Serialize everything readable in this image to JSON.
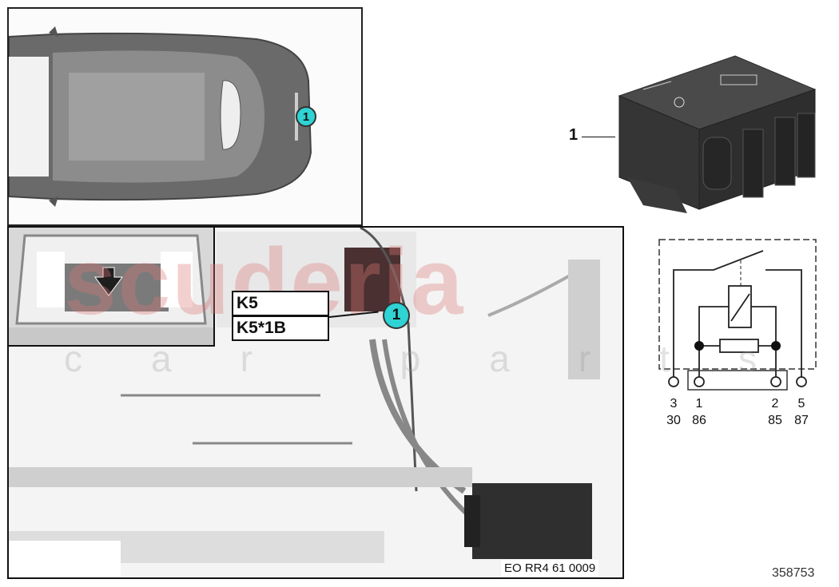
{
  "diagram": {
    "part_callout": "1",
    "part_label": "1",
    "car_view": {
      "callout": "1"
    },
    "location_view": {
      "callout": "1",
      "labels": [
        "K5",
        "K5*1B"
      ],
      "reference": "EO RR4 61 0009"
    },
    "schematic": {
      "pins": [
        {
          "pin": "3",
          "terminal": "30"
        },
        {
          "pin": "1",
          "terminal": "86"
        },
        {
          "pin": "2",
          "terminal": "85"
        },
        {
          "pin": "5",
          "terminal": "87"
        }
      ]
    },
    "document_number": "358753",
    "watermark": {
      "main": "scuderia",
      "sub": "car parts"
    },
    "colors": {
      "callout": "#2fd3d3",
      "relay_body": "#3a3a3a",
      "watermark": "#dc7878"
    }
  }
}
